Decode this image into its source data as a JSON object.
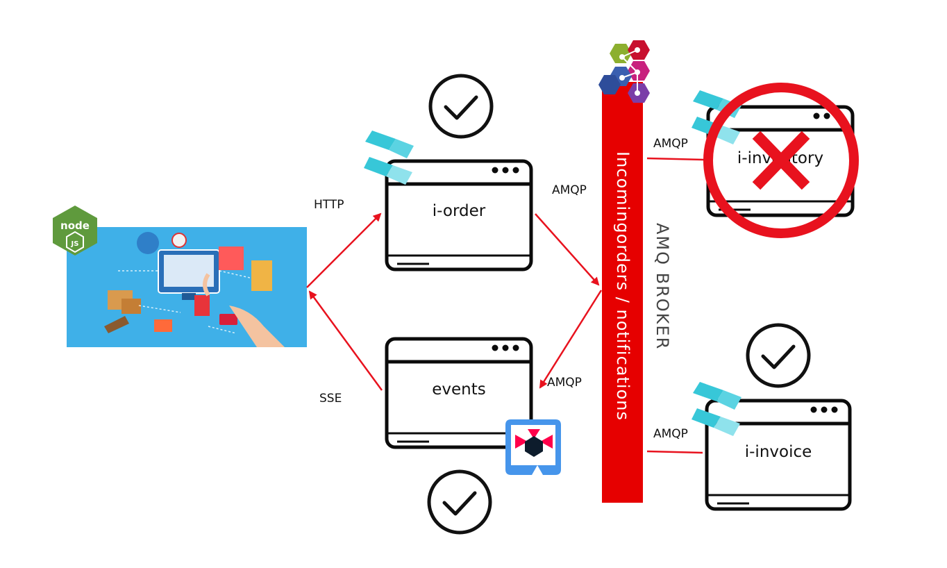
{
  "diagram": {
    "services": {
      "order": "i-order",
      "events": "events",
      "inventory": "i-inventory",
      "invoice": "i-invoice"
    },
    "edge_labels": {
      "http": "HTTP",
      "sse": "SSE",
      "amqp_order": "AMQP",
      "amqp_events": "AMQP",
      "amqp_inventory": "AMQP",
      "amqp_invoice": "AMQP"
    },
    "broker": {
      "bar_label": "Incomingorders / notifications",
      "name": "AMQ BROKER"
    },
    "status": {
      "order": "ok",
      "events": "ok",
      "invoice": "ok",
      "inventory": "down"
    },
    "logos": {
      "frontend": "nodejs-logo",
      "order": "stack-logo",
      "inventory": "stack-logo",
      "invoice": "stack-logo",
      "events": "quarkus-logo",
      "broker": "amq-logo"
    },
    "colors": {
      "arrow": "#e8121e",
      "broker_bar": "#e60000",
      "failure": "#e8121e",
      "check": "#111111"
    }
  }
}
